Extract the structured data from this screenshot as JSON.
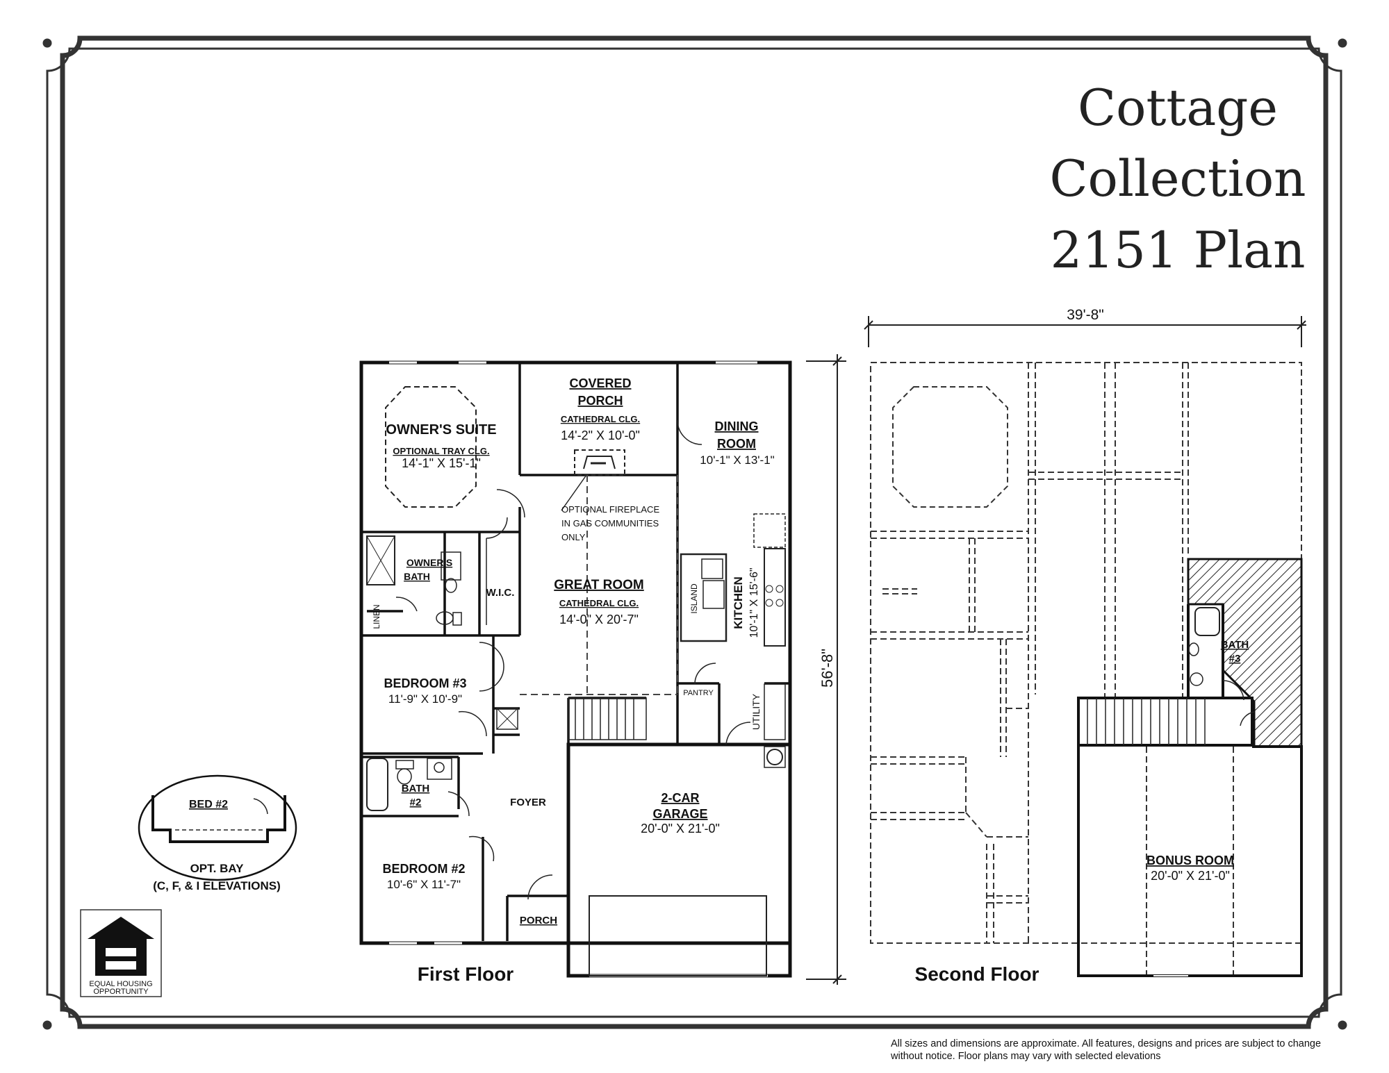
{
  "title": {
    "line1": "Cottage",
    "line2": "Collection",
    "line3": "2151 Plan"
  },
  "dimensions": {
    "width": "39'-8\"",
    "depth": "56'-8\""
  },
  "first_floor": {
    "label": "First Floor",
    "owners_suite": {
      "name": "OWNER'S SUITE",
      "note": "OPTIONAL TRAY CLG.",
      "size": "14'-1\" X 15'-1\""
    },
    "covered_porch": {
      "name1": "COVERED",
      "name2": "PORCH",
      "note": "CATHEDRAL CLG.",
      "size": "14'-2\" X 10'-0\""
    },
    "dining_room": {
      "name1": "DINING",
      "name2": "ROOM",
      "size": "10'-1\" X 13'-1\""
    },
    "fireplace_note": {
      "line1": "OPTIONAL FIREPLACE",
      "line2": "IN GAS COMMUNITIES",
      "line3": "ONLY"
    },
    "owners_bath": {
      "name1": "OWNER'S",
      "name2": "BATH"
    },
    "wic": "W.I.C.",
    "linen": "LINEN",
    "great_room": {
      "name": "GREAT ROOM",
      "note": "CATHEDRAL CLG.",
      "size": "14'-0\" X 20'-7\""
    },
    "island": "ISLAND",
    "kitchen": {
      "name": "KITCHEN",
      "size": "10'-1\" X 15'-6\""
    },
    "pantry": "PANTRY",
    "utility": "UTILITY",
    "bedroom3": {
      "name": "BEDROOM #3",
      "size": "11'-9\" X 10'-9\""
    },
    "bath2": {
      "name1": "BATH",
      "name2": "#2"
    },
    "foyer": "FOYER",
    "garage": {
      "name1": "2-CAR",
      "name2": "GARAGE",
      "size": "20'-0\" X 21'-0\""
    },
    "bedroom2": {
      "name": "BEDROOM #2",
      "size": "10'-6\" X 11'-7\""
    },
    "porch": "PORCH"
  },
  "opt_bay": {
    "room": "BED #2",
    "line1": "OPT. BAY",
    "line2": "(C, F, & I ELEVATIONS)"
  },
  "equal_housing": {
    "line1": "EQUAL HOUSING",
    "line2": "OPPORTUNITY"
  },
  "second_floor": {
    "label": "Second Floor",
    "bath3": {
      "name1": "BATH",
      "name2": "#3"
    },
    "bonus_room": {
      "name": "BONUS ROOM",
      "size": "20'-0\" X 21'-0\""
    }
  },
  "disclaimer": "All sizes and dimensions are approximate. All features, designs and prices are subject to change without notice.  Floor plans may vary with selected elevations"
}
